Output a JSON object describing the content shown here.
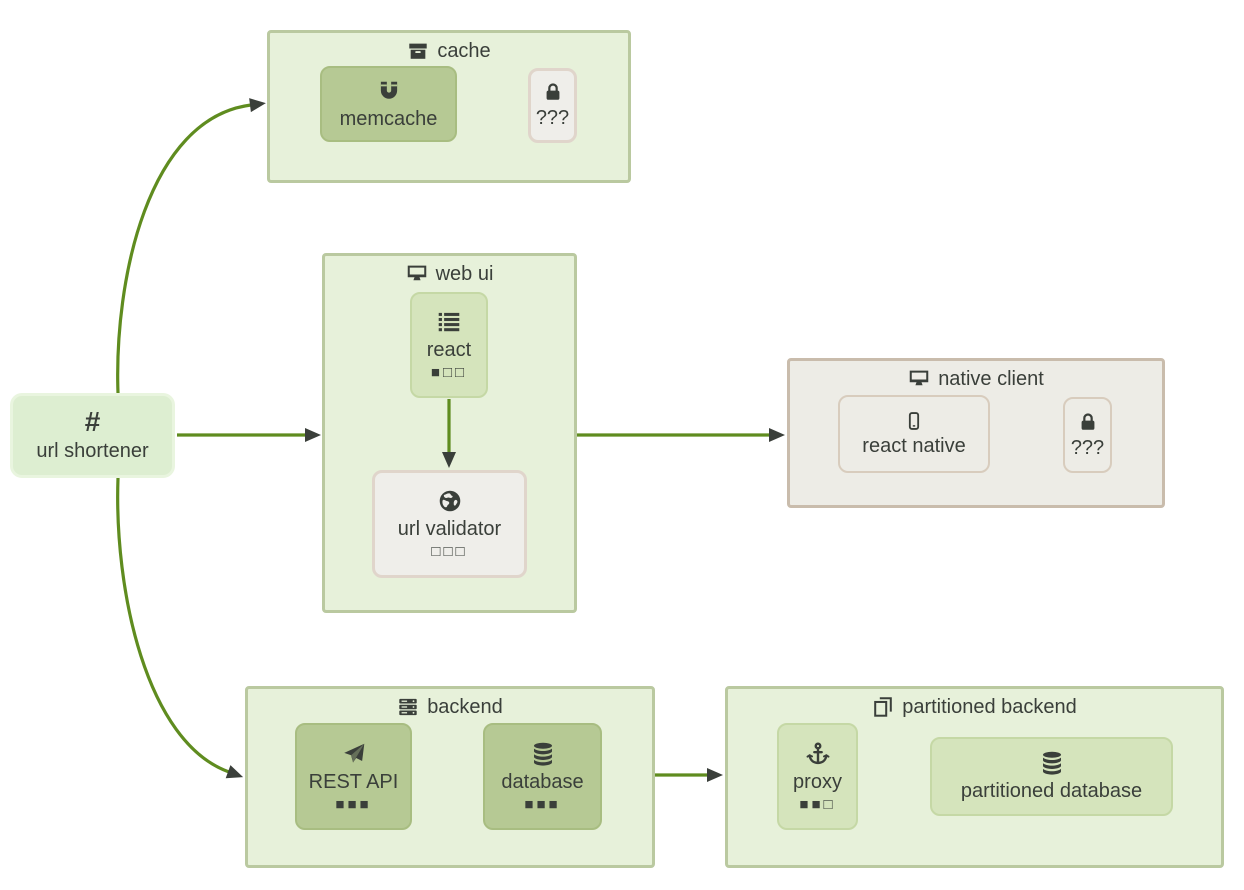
{
  "nodes": {
    "url_shortener": {
      "label": "url shortener",
      "icon_glyph": "#"
    },
    "memcache": {
      "label": "memcache"
    },
    "cache_unknown": {
      "label": "???"
    },
    "react": {
      "label": "react",
      "progress": "■□□"
    },
    "url_validator": {
      "label": "url validator",
      "progress": "□□□"
    },
    "react_native": {
      "label": "react native"
    },
    "native_unknown": {
      "label": "???"
    },
    "rest_api": {
      "label": "REST API",
      "progress": "■■■"
    },
    "database": {
      "label": "database",
      "progress": "■■■"
    },
    "proxy": {
      "label": "proxy",
      "progress": "■■□"
    },
    "partitioned_database": {
      "label": "partitioned database"
    }
  },
  "groups": {
    "cache": {
      "title": "cache"
    },
    "web_ui": {
      "title": "web ui"
    },
    "native_client": {
      "title": "native client"
    },
    "backend": {
      "title": "backend"
    },
    "partitioned_backend": {
      "title": "partitioned backend"
    }
  },
  "colors": {
    "edge": "#5f8c1f",
    "arrowhead": "#3a3f3a",
    "container_green": "#e7f1da",
    "container_green_border": "#bac9a0",
    "container_beige": "#edece6",
    "container_beige_border": "#c9bcac",
    "node_dark_green": "#b6c994",
    "node_mid_green": "#d5e4bc",
    "node_light_green": "#ddeed1",
    "node_gray": "#efeeea",
    "node_gray_border": "#e0d5cb",
    "text": "#3a3f3a"
  }
}
